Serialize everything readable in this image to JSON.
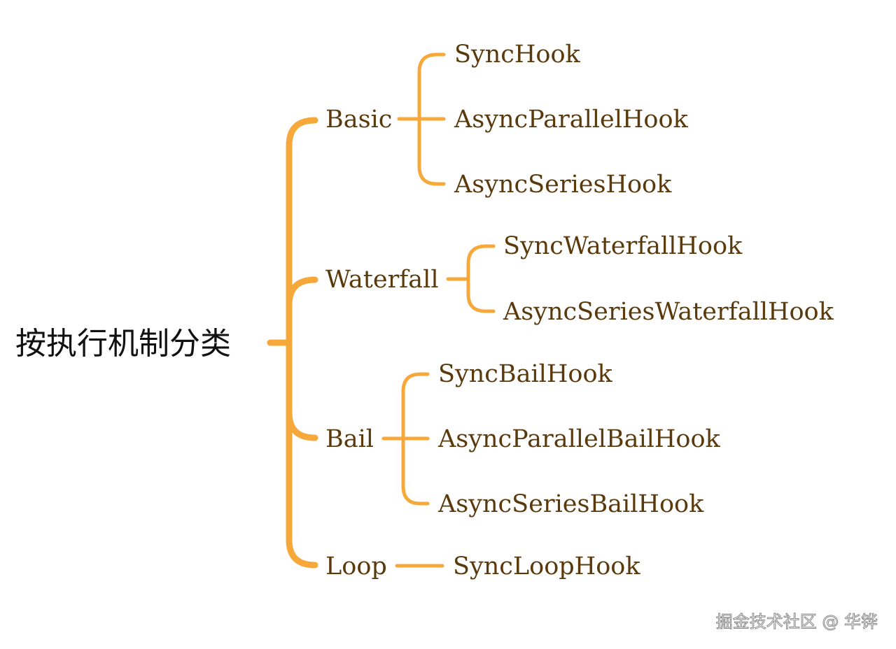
{
  "colors": {
    "connector": "#f7a83a",
    "node_text": "#5a3a0c",
    "root_text": "#111111"
  },
  "root": "按执行机制分类",
  "groups": [
    {
      "label": "Basic",
      "hooks": [
        "SyncHook",
        "AsyncParallelHook",
        "AsyncSeriesHook"
      ]
    },
    {
      "label": "Waterfall",
      "hooks": [
        "SyncWaterfallHook",
        "AsyncSeriesWaterfallHook"
      ]
    },
    {
      "label": "Bail",
      "hooks": [
        "SyncBailHook",
        "AsyncParallelBailHook",
        "AsyncSeriesBailHook"
      ]
    },
    {
      "label": "Loop",
      "hooks": [
        "SyncLoopHook"
      ]
    }
  ],
  "watermark": "掘金技术社区 @ 华铧"
}
